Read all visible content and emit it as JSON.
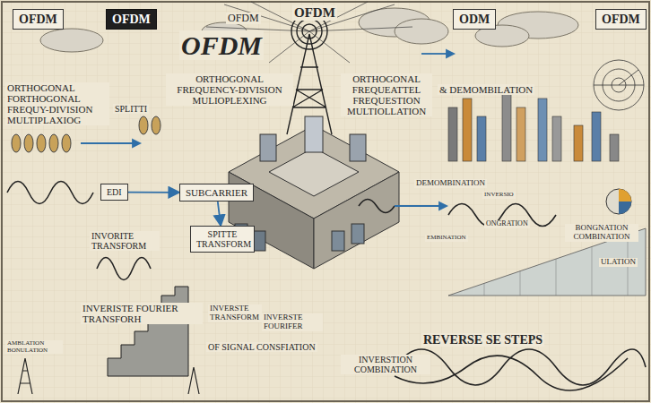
{
  "diagram": {
    "title": "OFDM",
    "nodes": [
      {
        "text": [
          "OFDM"
        ]
      },
      {
        "text": [
          "OFDM"
        ]
      },
      {
        "text": [
          "EDI"
        ]
      },
      {
        "text": [
          "SUBCARRIER"
        ]
      },
      {
        "text": [
          "SPITTE TRANSFORM"
        ]
      },
      {
        "text": [
          "ODM"
        ]
      },
      {
        "text": [
          "OFDM"
        ]
      }
    ],
    "edges": [
      {
        "from": 2,
        "to": 3,
        "arrow": "to"
      },
      {
        "from": 3,
        "to": 4,
        "arrow": "to"
      }
    ],
    "labels": [
      "OFDM",
      "OFDM",
      "ORTHOGONAL FORTHOGONAL FREQUY-DIVISION MULTIPLAXIOG",
      "ORTHOGONAL FREQUENCY-DIVISION MULIOPLEXING",
      "ORTHOGONAL FREQUEATTEL FREQUESTION MULTIOLLATION",
      "& DEMOMBILATION",
      "SPLITTI",
      "DEMOMBINATION",
      "INVERSIO",
      "ONGRATION",
      "EMBINATION",
      "BONGNATION COMBINATION",
      "ULATION",
      "INVORITE TRANSFORM",
      "INVERISTE FOURIER TRANSFORH",
      "INVERSTE TRANSFORM",
      "INVERSTE FOURIFER",
      "AMBLATION BONULATION",
      "OF SIGNAL CONSFIATION",
      "INVERSTION COMBINATION",
      "REVERSE SE STEPS"
    ]
  }
}
